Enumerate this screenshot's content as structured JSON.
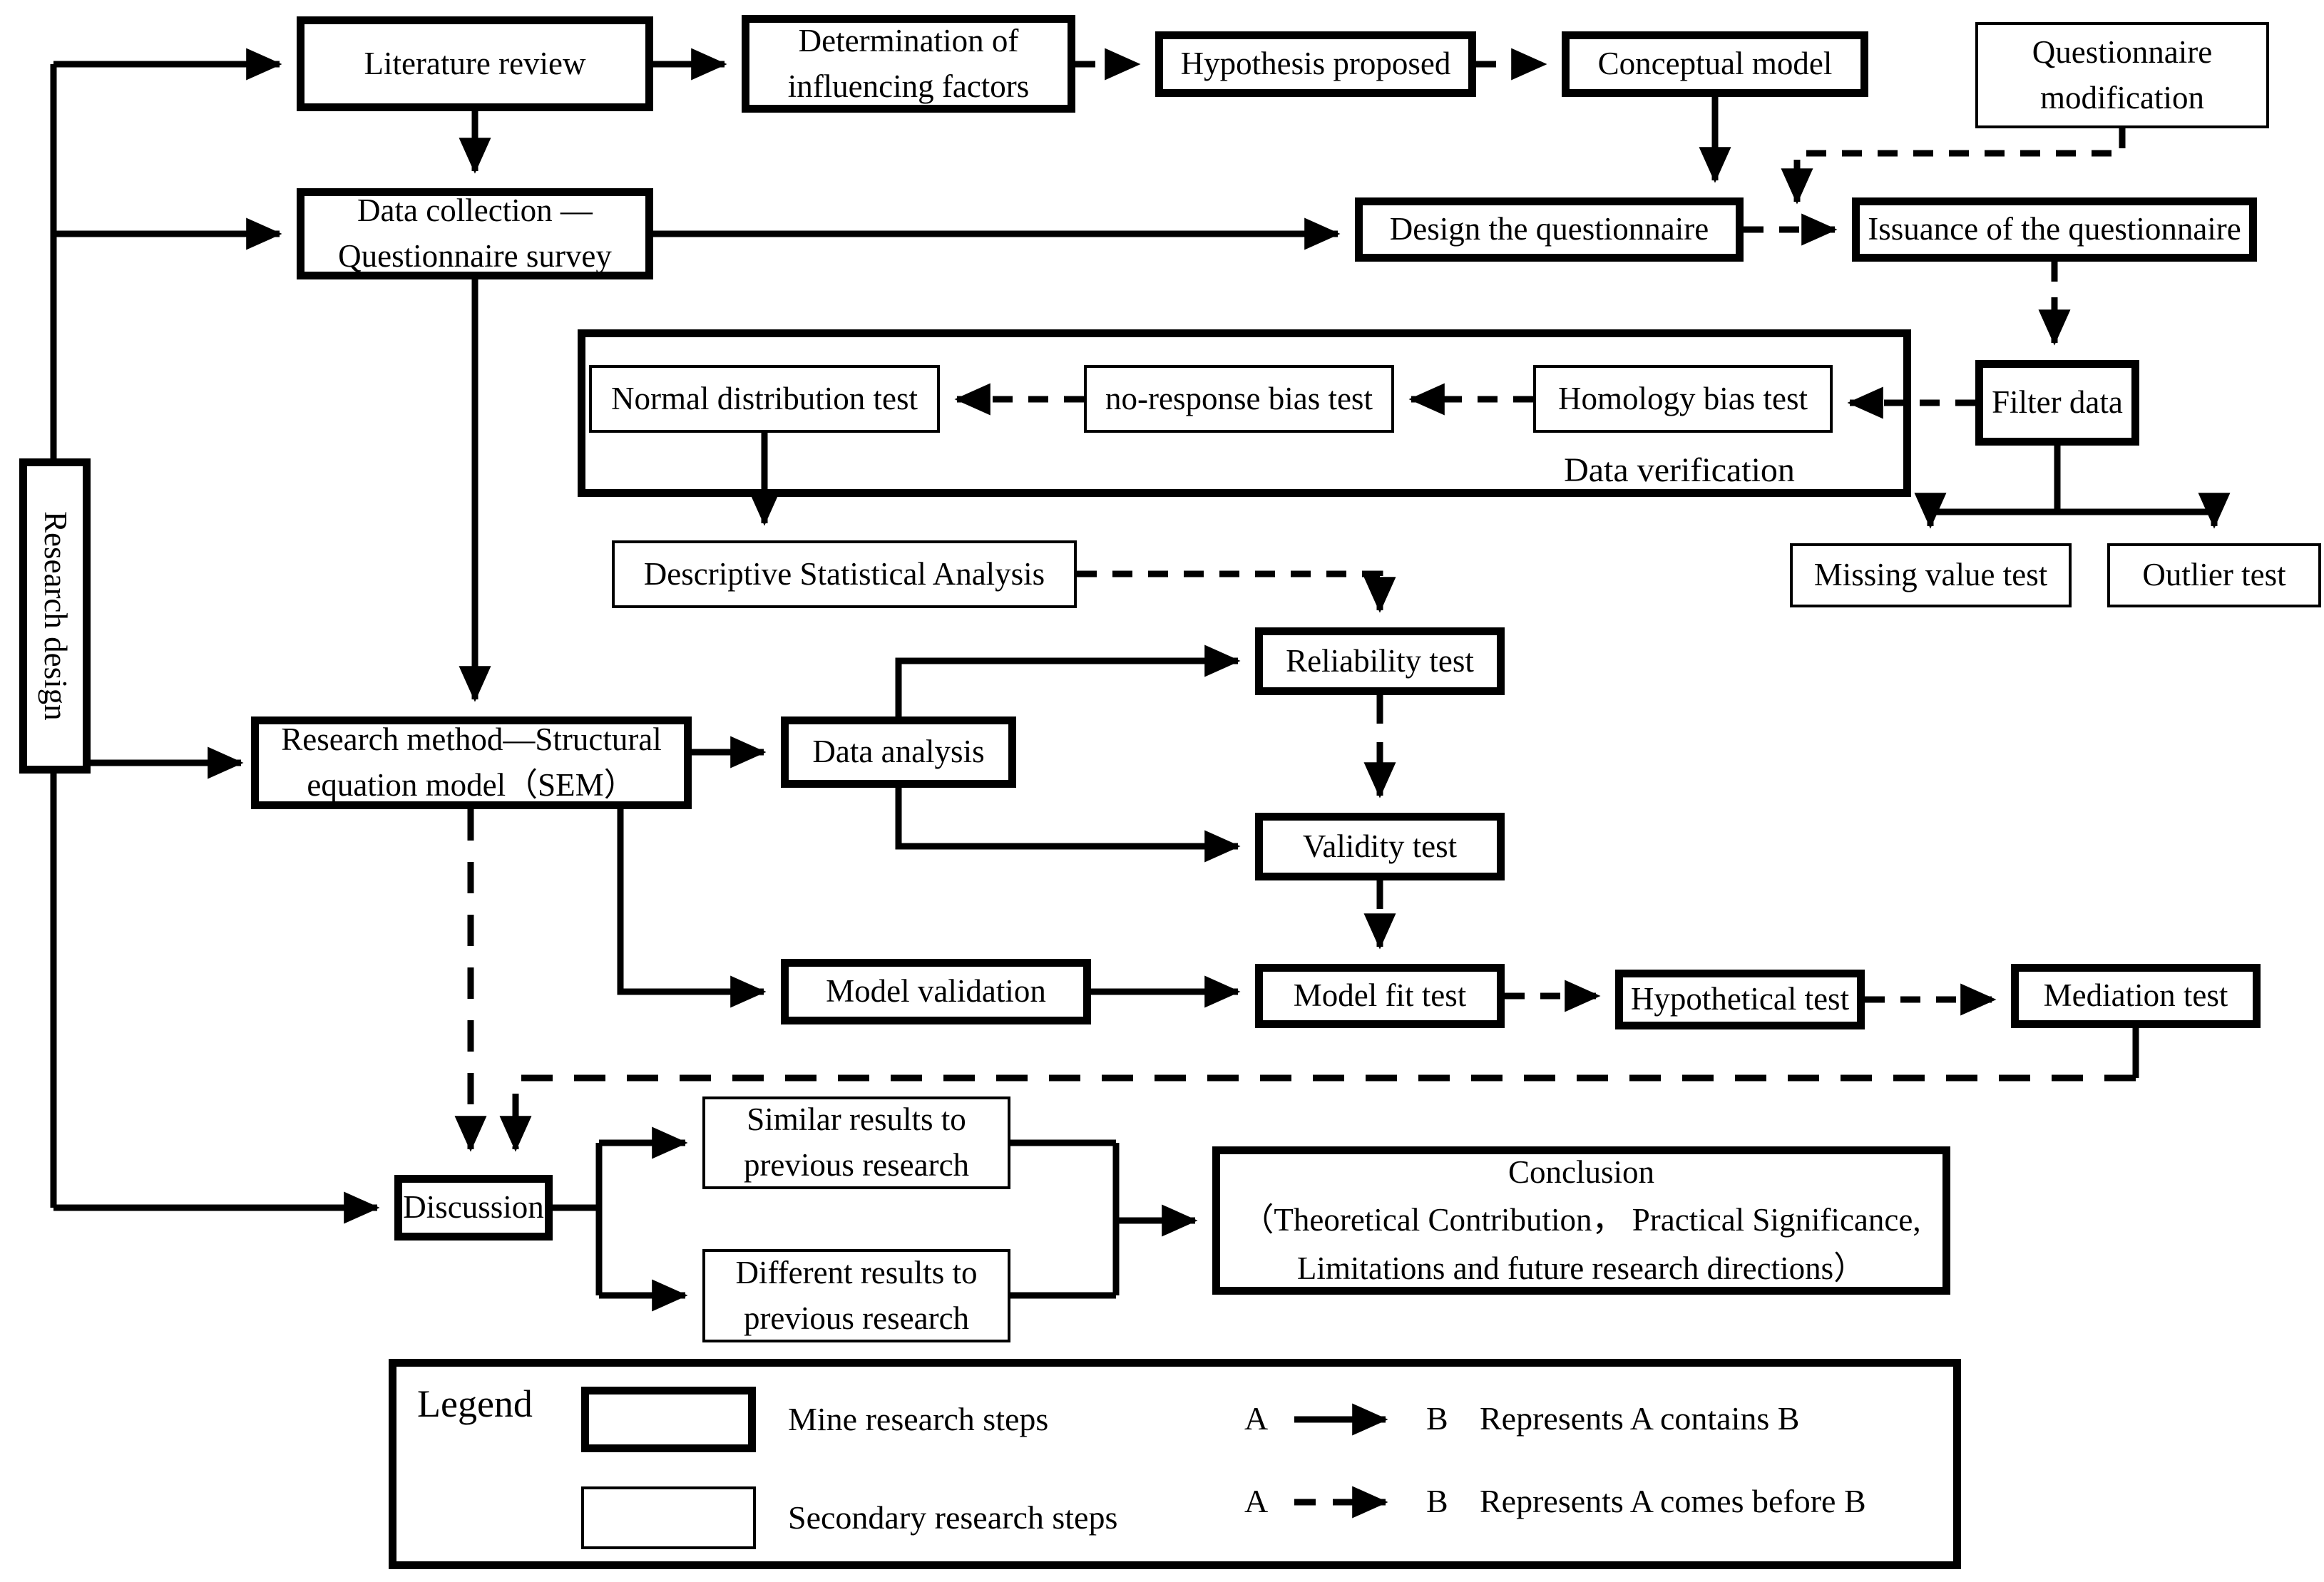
{
  "nodes": {
    "research_design": "Research design",
    "literature": "Literature review",
    "determination": "Determination of\ninfluencing factors",
    "hypothesis": "Hypothesis proposed",
    "conceptual": "Conceptual model",
    "questionnaire_modification": "Questionnaire\nmodification",
    "data_collection": "Data collection —\nQuestionnaire survey",
    "design_questionnaire": "Design the questionnaire",
    "issuance_questionnaire": "Issuance of the questionnaire",
    "data_verification": "Data verification",
    "normal_distribution": "Normal distribution test",
    "no_response_bias": "no-response bias test",
    "homology_bias": "Homology bias test",
    "filter_data": "Filter data",
    "missing_value": "Missing value test",
    "outlier": "Outlier test",
    "descriptive": "Descriptive Statistical Analysis",
    "reliability": "Reliability test",
    "sem": "Research method—Structural\nequation model（SEM）",
    "data_analysis": "Data analysis",
    "validity": "Validity test",
    "model_validation": "Model validation",
    "model_fit": "Model fit test",
    "hypothetical": "Hypothetical test",
    "mediation": "Mediation test",
    "discussion": "Discussion",
    "similar_results": "Similar results to\nprevious research",
    "different_results": "Different results to\nprevious research",
    "conclusion": "Conclusion\n（Theoretical Contribution， Practical Significance,\nLimitations and future research directions）"
  },
  "legend": {
    "title": "Legend",
    "mine_label": "Mine research steps",
    "secondary_label": "Secondary research steps",
    "a": "A",
    "b": "B",
    "contains_label": "Represents A contains B",
    "before_label": "Represents A comes before B"
  },
  "colors": {
    "ink": "#000000",
    "background": "#ffffff"
  }
}
